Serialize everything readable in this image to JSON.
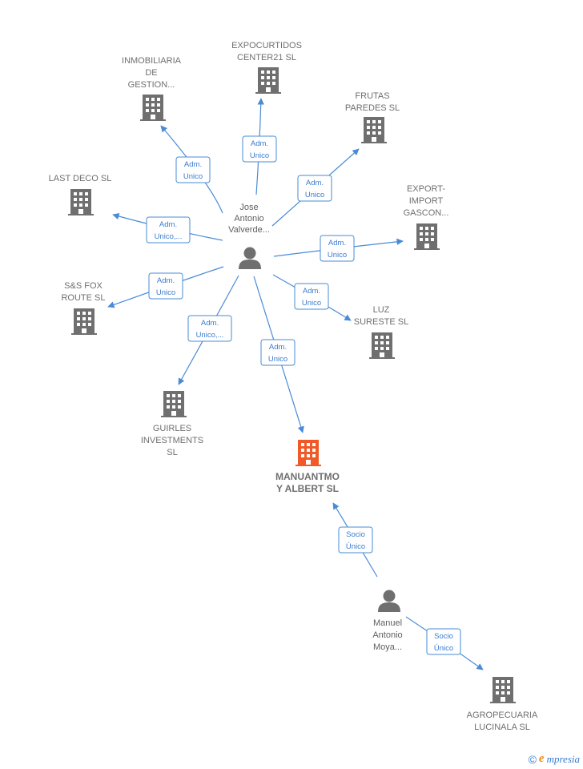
{
  "colors": {
    "edge": "#4a8bd6",
    "building": "#6f6f6f",
    "building_main": "#f05a28",
    "person": "#6f6f6f"
  },
  "companies": [
    {
      "id": "inmobiliaria",
      "lines": [
        "INMOBILIARIA",
        "DE",
        "GESTION..."
      ],
      "icon": "building-icon"
    },
    {
      "id": "expocurtidos",
      "lines": [
        "EXPOCURTIDOS",
        "CENTER21  SL"
      ],
      "icon": "building-icon"
    },
    {
      "id": "frutas",
      "lines": [
        "FRUTAS",
        "PAREDES  SL"
      ],
      "icon": "building-icon"
    },
    {
      "id": "export",
      "lines": [
        "EXPORT-",
        "IMPORT",
        "GASCON..."
      ],
      "icon": "building-icon"
    },
    {
      "id": "lastdeco",
      "lines": [
        "LAST DECO SL"
      ],
      "icon": "building-icon"
    },
    {
      "id": "ssfox",
      "lines": [
        "S&S FOX",
        "ROUTE  SL"
      ],
      "icon": "building-icon"
    },
    {
      "id": "luz",
      "lines": [
        "LUZ",
        "SURESTE  SL"
      ],
      "icon": "building-icon"
    },
    {
      "id": "guirles",
      "lines": [
        "GUIRLES",
        "INVESTMENTS",
        "SL"
      ],
      "icon": "building-icon"
    },
    {
      "id": "manuantmo",
      "lines": [
        "MANUANTMO",
        "Y ALBERT  SL"
      ],
      "icon": "building-icon",
      "main": true
    },
    {
      "id": "agropecuaria",
      "lines": [
        "AGROPECUARIA",
        "LUCINALA  SL"
      ],
      "icon": "building-icon"
    }
  ],
  "persons": [
    {
      "id": "jose",
      "lines": [
        "Jose",
        "Antonio",
        "Valverde..."
      ],
      "icon": "person-icon"
    },
    {
      "id": "manuel",
      "lines": [
        "Manuel",
        "Antonio",
        "Moya..."
      ],
      "icon": "person-icon"
    }
  ],
  "edges": [
    {
      "id": "e1",
      "lines": [
        "Adm.",
        "Unico"
      ]
    },
    {
      "id": "e2",
      "lines": [
        "Adm.",
        "Unico"
      ]
    },
    {
      "id": "e3",
      "lines": [
        "Adm.",
        "Unico"
      ]
    },
    {
      "id": "e4",
      "lines": [
        "Adm.",
        "Unico,..."
      ]
    },
    {
      "id": "e5",
      "lines": [
        "Adm.",
        "Unico"
      ]
    },
    {
      "id": "e6",
      "lines": [
        "Adm.",
        "Unico"
      ]
    },
    {
      "id": "e7",
      "lines": [
        "Adm.",
        "Unico"
      ]
    },
    {
      "id": "e8",
      "lines": [
        "Adm.",
        "Unico,..."
      ]
    },
    {
      "id": "e9",
      "lines": [
        "Adm.",
        "Unico"
      ]
    },
    {
      "id": "e10",
      "lines": [
        "Socio",
        "Único"
      ]
    },
    {
      "id": "e11",
      "lines": [
        "Socio",
        "Único"
      ]
    }
  ],
  "brand": {
    "copyright": "©",
    "e": "e",
    "name": "mpresia"
  }
}
